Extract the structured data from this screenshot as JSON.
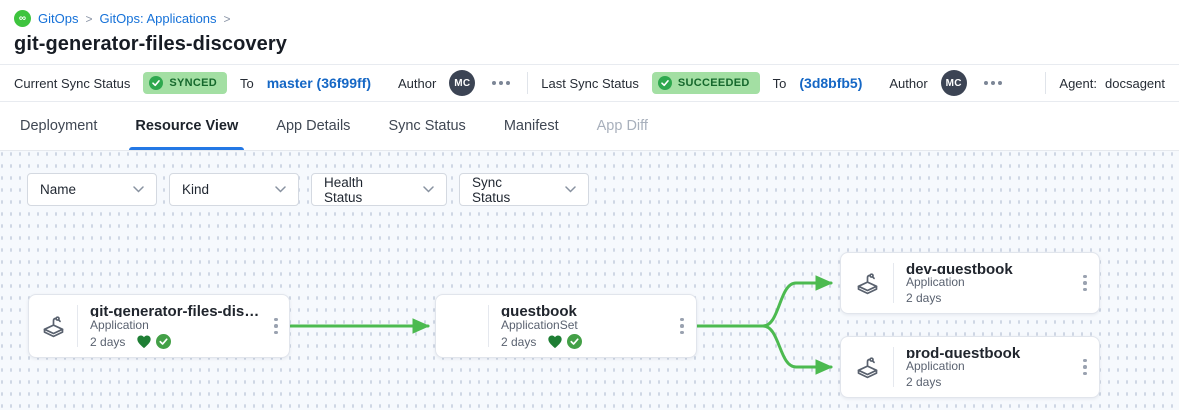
{
  "colors": {
    "edge_green": "#4cba50",
    "accent_blue": "#2378e5",
    "badge_bg": "#a3dfa3",
    "badge_text": "#15682c",
    "logo_green": "#3ec43e",
    "heart_green": "#1e7e34",
    "check_green": "#43a047"
  },
  "breadcrumb": {
    "separator": ">",
    "items": [
      {
        "label": "GitOps"
      },
      {
        "label": "GitOps: Applications"
      }
    ]
  },
  "page_title": "git-generator-files-discovery",
  "status_bar": {
    "current_sync": {
      "label": "Current Sync Status",
      "badge": "SYNCED",
      "to_label": "To",
      "revision": "master (36f99ff)",
      "author_label": "Author",
      "author_initials": "MC"
    },
    "last_sync": {
      "label": "Last Sync Status",
      "badge": "SUCCEEDED",
      "to_label": "To",
      "revision": "(3d8bfb5)",
      "author_label": "Author",
      "author_initials": "MC"
    },
    "agent": {
      "label": "Agent:",
      "value": "docsagent"
    }
  },
  "tabs": [
    {
      "label": "Deployment",
      "active": false,
      "disabled": false
    },
    {
      "label": "Resource View",
      "active": true,
      "disabled": false
    },
    {
      "label": "App Details",
      "active": false,
      "disabled": false
    },
    {
      "label": "Sync Status",
      "active": false,
      "disabled": false
    },
    {
      "label": "Manifest",
      "active": false,
      "disabled": false
    },
    {
      "label": "App Diff",
      "active": false,
      "disabled": true
    }
  ],
  "filters": [
    {
      "label": "Name"
    },
    {
      "label": "Kind"
    },
    {
      "label": "Health Status"
    },
    {
      "label": "Sync Status"
    }
  ],
  "graph": {
    "nodes": [
      {
        "title": "git-generator-files-disco...",
        "kind": "Application",
        "age": "2 days",
        "health_heart": true,
        "sync_check": true
      },
      {
        "title": "guestbook",
        "kind": "ApplicationSet",
        "age": "2 days",
        "health_heart": true,
        "sync_check": true
      },
      {
        "title": "dev-guestbook",
        "kind": "Application",
        "age": "2 days",
        "health_heart": false,
        "sync_check": false
      },
      {
        "title": "prod-guestbook",
        "kind": "Application",
        "age": "2 days",
        "health_heart": false,
        "sync_check": false
      }
    ]
  }
}
